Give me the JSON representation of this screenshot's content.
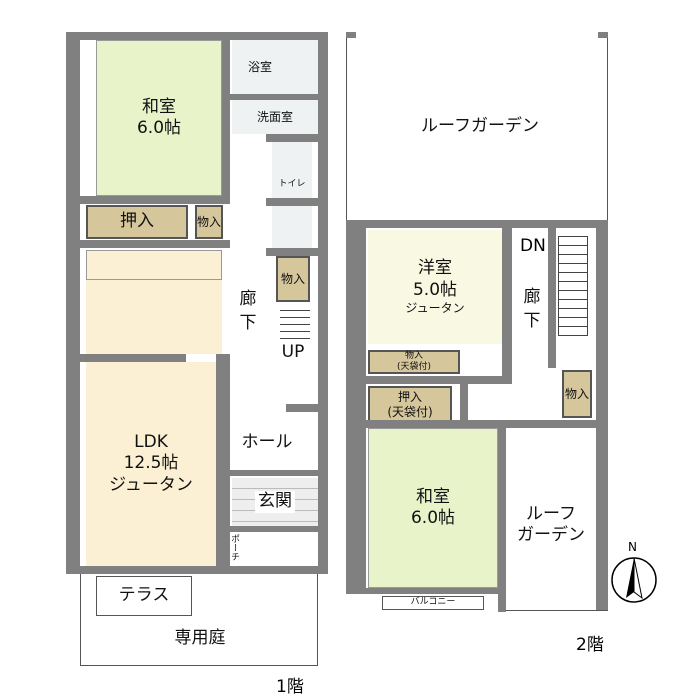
{
  "floor1": {
    "label": "1階",
    "washitsu": "和室",
    "washitsu_size": "6.0帖",
    "oshiire": "押入",
    "monoire": "物入",
    "monoire2": "物入",
    "bath": "浴室",
    "washroom": "洗面室",
    "toilet": "トイレ",
    "corridor": "廊下",
    "up": "UP",
    "ldk": "LDK",
    "ldk_size": "12.5帖",
    "ldk_floor": "ジュータン",
    "hall": "ホール",
    "entrance": "玄関",
    "porch": "ポーチ",
    "terrace": "テラス",
    "garden": "専用庭"
  },
  "floor2": {
    "label": "2階",
    "roof_garden": "ルーフガーデン",
    "youshitsu": "洋室",
    "youshitsu_size": "5.0帖",
    "youshitsu_floor": "ジュータン",
    "dn": "DN",
    "corridor": "廊下",
    "monoire_small": "物入",
    "tenbukuro": "(天袋付)",
    "oshiire": "押入",
    "oshiire_tenbukuro": "(天袋付)",
    "monoire": "物入",
    "washitsu": "和室",
    "washitsu_size": "6.0帖",
    "roof_garden2": "ルーフ",
    "roof_garden2b": "ガーデン",
    "balcony": "バルコニー"
  },
  "compass": {
    "north": "N"
  }
}
